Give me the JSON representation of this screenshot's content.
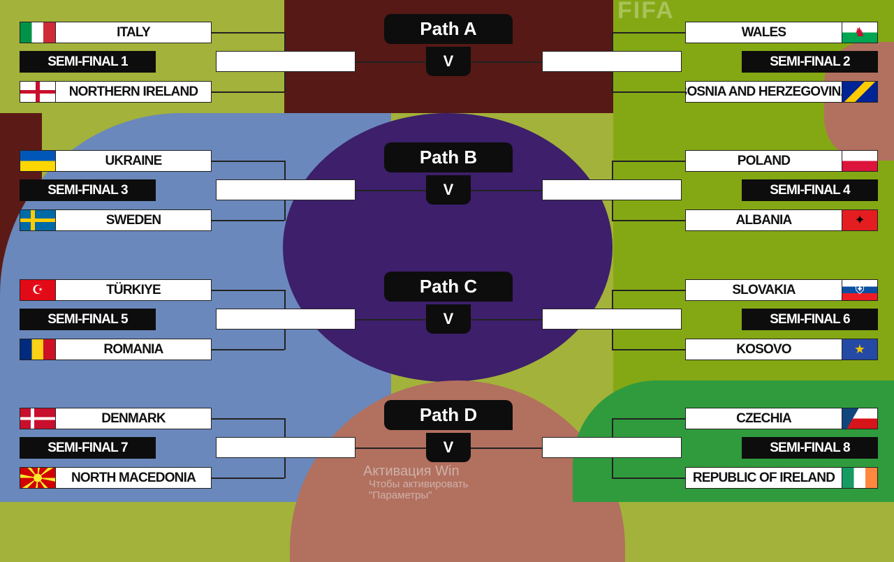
{
  "logo": "FIFA",
  "colors": {
    "olive": "#a3b23a",
    "maroon": "#561915",
    "green": "#84a814",
    "blue": "#6a88bb",
    "purple": "#3d1f6b",
    "salmon": "#b2705f",
    "darkgreen": "#2f9b3d"
  },
  "paths": [
    {
      "label": "Path A",
      "v": "V",
      "left": {
        "sf": "SEMI-FINAL 1",
        "teams": [
          {
            "name": "ITALY",
            "flag": "italy"
          },
          {
            "name": "NORTHERN IRELAND",
            "flag": "nireland"
          }
        ]
      },
      "right": {
        "sf": "SEMI-FINAL 2",
        "teams": [
          {
            "name": "WALES",
            "flag": "wales"
          },
          {
            "name": "BOSNIA AND HERZEGOVINA",
            "flag": "bosnia"
          }
        ]
      }
    },
    {
      "label": "Path B",
      "v": "V",
      "left": {
        "sf": "SEMI-FINAL 3",
        "teams": [
          {
            "name": "UKRAINE",
            "flag": "ukraine"
          },
          {
            "name": "SWEDEN",
            "flag": "sweden"
          }
        ]
      },
      "right": {
        "sf": "SEMI-FINAL 4",
        "teams": [
          {
            "name": "POLAND",
            "flag": "poland"
          },
          {
            "name": "ALBANIA",
            "flag": "albania"
          }
        ]
      }
    },
    {
      "label": "Path C",
      "v": "V",
      "left": {
        "sf": "SEMI-FINAL 5",
        "teams": [
          {
            "name": "TÜRKIYE",
            "flag": "turkey"
          },
          {
            "name": "ROMANIA",
            "flag": "romania"
          }
        ]
      },
      "right": {
        "sf": "SEMI-FINAL 6",
        "teams": [
          {
            "name": "SLOVAKIA",
            "flag": "slovakia"
          },
          {
            "name": "KOSOVO",
            "flag": "kosovo"
          }
        ]
      }
    },
    {
      "label": "Path D",
      "v": "V",
      "left": {
        "sf": "SEMI-FINAL 7",
        "teams": [
          {
            "name": "DENMARK",
            "flag": "denmark"
          },
          {
            "name": "NORTH MACEDONIA",
            "flag": "nmacedonia"
          }
        ]
      },
      "right": {
        "sf": "SEMI-FINAL 8",
        "teams": [
          {
            "name": "CZECHIA",
            "flag": "czechia"
          },
          {
            "name": "REPUBLIC OF IRELAND",
            "flag": "ireland"
          }
        ]
      }
    }
  ],
  "watermark": {
    "line1": "Активация Win",
    "line2": "Чтобы активировать",
    "line3": "\"Параметры\""
  }
}
